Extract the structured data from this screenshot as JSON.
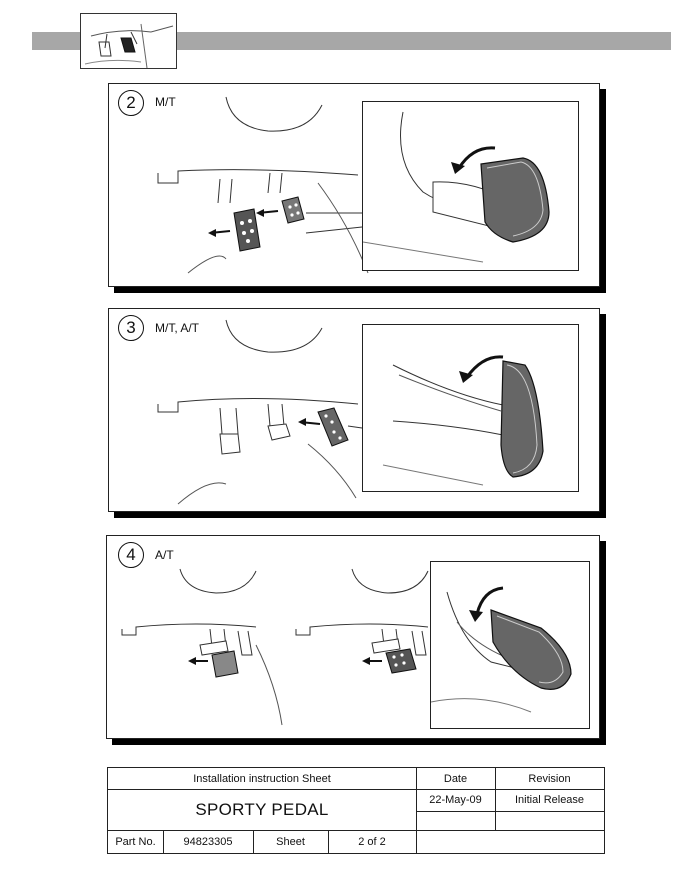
{
  "steps": [
    {
      "number": "2",
      "label": "M/T"
    },
    {
      "number": "3",
      "label": "M/T, A/T"
    },
    {
      "number": "4",
      "label": "A/T"
    }
  ],
  "title_block": {
    "sheet_title": "Installation instruction Sheet",
    "product": "SPORTY PEDAL",
    "date_header": "Date",
    "date": "22-May-09",
    "revision_header": "Revision",
    "revision": "Initial Release",
    "part_no_label": "Part No.",
    "part_no": "94823305",
    "sheet_label": "Sheet",
    "sheet_value": "2 of 2"
  }
}
